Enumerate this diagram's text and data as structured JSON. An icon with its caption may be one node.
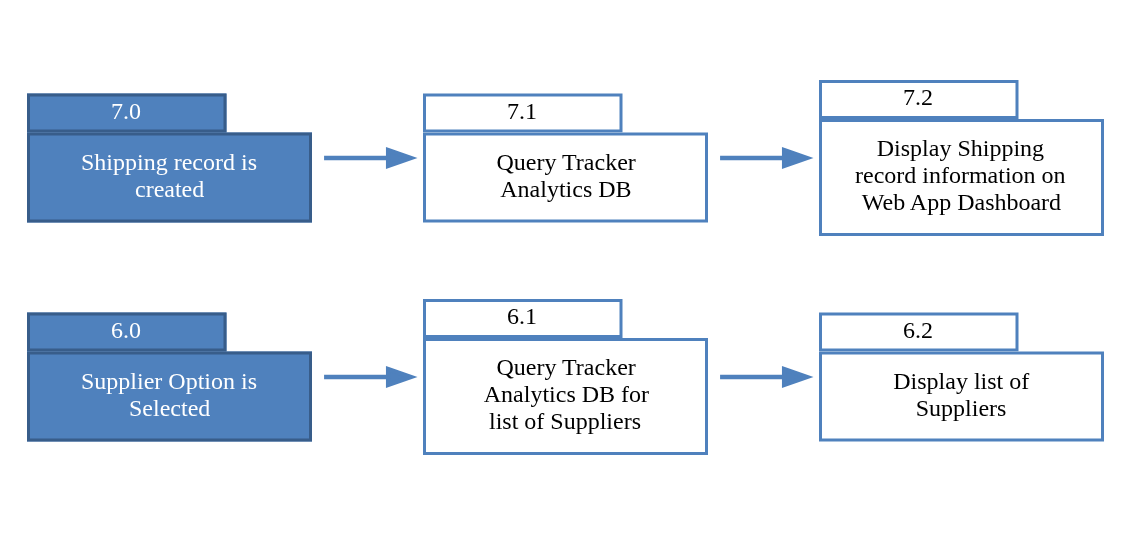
{
  "diagram": {
    "nodes": [
      {
        "text": [
          "6.0",
          "Supplier Option is Selected"
        ]
      },
      {
        "text": [
          "6.1",
          "Query Tracker Analytics DB for list of Suppliers"
        ]
      },
      {
        "text": [
          "6.2",
          "Display list of Suppliers"
        ]
      },
      {
        "text": [
          "7.0",
          "Shipping record is created"
        ]
      },
      {
        "text": [
          "7.1",
          "Query Tracker Analytics DB"
        ]
      },
      {
        "text": [
          "7.2",
          "Display Shipping record information on Web App Dashboard"
        ]
      }
    ],
    "edges": [
      {
        "from": 0,
        "to": 1,
        "arrow": "to"
      },
      {
        "from": 1,
        "to": 2,
        "arrow": "to"
      },
      {
        "from": 3,
        "to": 4,
        "arrow": "to"
      },
      {
        "from": 4,
        "to": 5,
        "arrow": "to"
      }
    ]
  }
}
